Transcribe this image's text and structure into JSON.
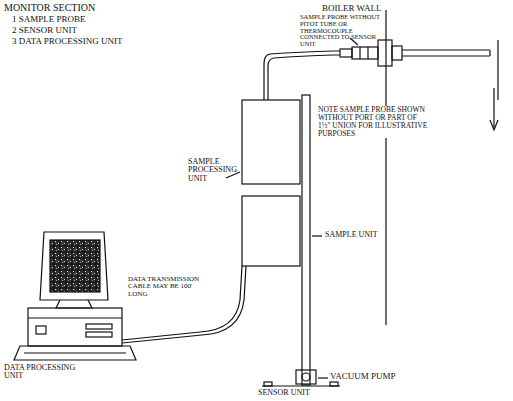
{
  "diagram": {
    "title": "MONITOR SECTION",
    "labels": [
      "1 SAMPLE PROBE",
      "2 SENSOR UNIT",
      "3 DATA PROCESSING UNIT",
      "BOILER WALL",
      "SAMPLE PROBE WITHOUT PITOT TUBE OR THERMOCOUPLE CONNECTED TO SENSOR UNIT",
      "NOTE SAMPLE PROBE SHOWN WITHOUT PORT OR PART OF 1½\" UNION FOR ILLUSTRATIVE PURPOSES",
      "SAMPLE PROCESSING UNIT",
      "SAMPLE UNIT",
      "DATA TRANSMISSION CABLE MAY BE 100' LONG",
      "VACUUM PUMP",
      "DATA PROCESSING UNIT",
      "SENSOR UNIT"
    ]
  }
}
